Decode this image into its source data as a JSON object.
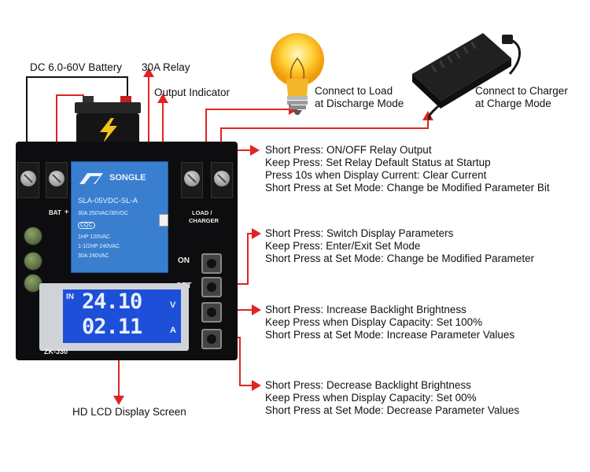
{
  "labels": {
    "battery": "DC 6.0-60V Battery",
    "relay": "30A Relay",
    "output_indicator": "Output Indicator",
    "load": [
      "Connect to Load",
      "at Discharge Mode"
    ],
    "charger": [
      "Connect to Charger",
      "at Charge Mode"
    ],
    "lcd": "HD LCD Display Screen"
  },
  "button_notes": {
    "on": [
      "Short Press:  ON/OFF Relay Output",
      "Keep Press: Set Relay Default Status at Startup",
      "Press 10s when Display Current: Clear Current",
      "Short Press at Set Mode: Change be Modified Parameter Bit"
    ],
    "set": [
      "Short Press: Switch Display Parameters",
      "Keep Press: Enter/Exit Set Mode",
      "Short Press at Set Mode: Change be Modified Parameter"
    ],
    "plus": [
      "Short Press: Increase Backlight Brightness",
      "Keep Press when Display Capacity: Set 100%",
      "Short Press at Set Mode: Increase Parameter Values"
    ],
    "minus": [
      "Short Press: Decrease Backlight Brightness",
      "Keep Press when Display Capacity: Set 00%",
      "Short Press at Set Mode: Decrease Parameter Values"
    ]
  },
  "board": {
    "model": "ZK-J30",
    "bat_label": "BAT",
    "bat_plus": "+",
    "load_charger": [
      "LOAD /",
      "CHARGER"
    ],
    "button_labels": [
      "ON",
      "SET",
      "+",
      "−"
    ]
  },
  "relay_text": {
    "brand": "SONGLE",
    "model": "SLA-05VDC-SL-A",
    "rating1": "30A  250VAC/30VDC",
    "rating2": "1HP 120VAC",
    "rating3": "1-1/2HP 240VAC",
    "rating4": "30A  240VAC",
    "cqc": "CQC"
  },
  "lcd_display": {
    "in_label": "IN",
    "voltage": "24.10",
    "voltage_unit": "V",
    "current": "02.11",
    "current_unit": "A"
  },
  "colors": {
    "arrow": "#e02424",
    "relay_body": "#3a7fcf",
    "lcd_backlight": "#1d4fd8",
    "lcd_digits": "#e8f0ff"
  }
}
